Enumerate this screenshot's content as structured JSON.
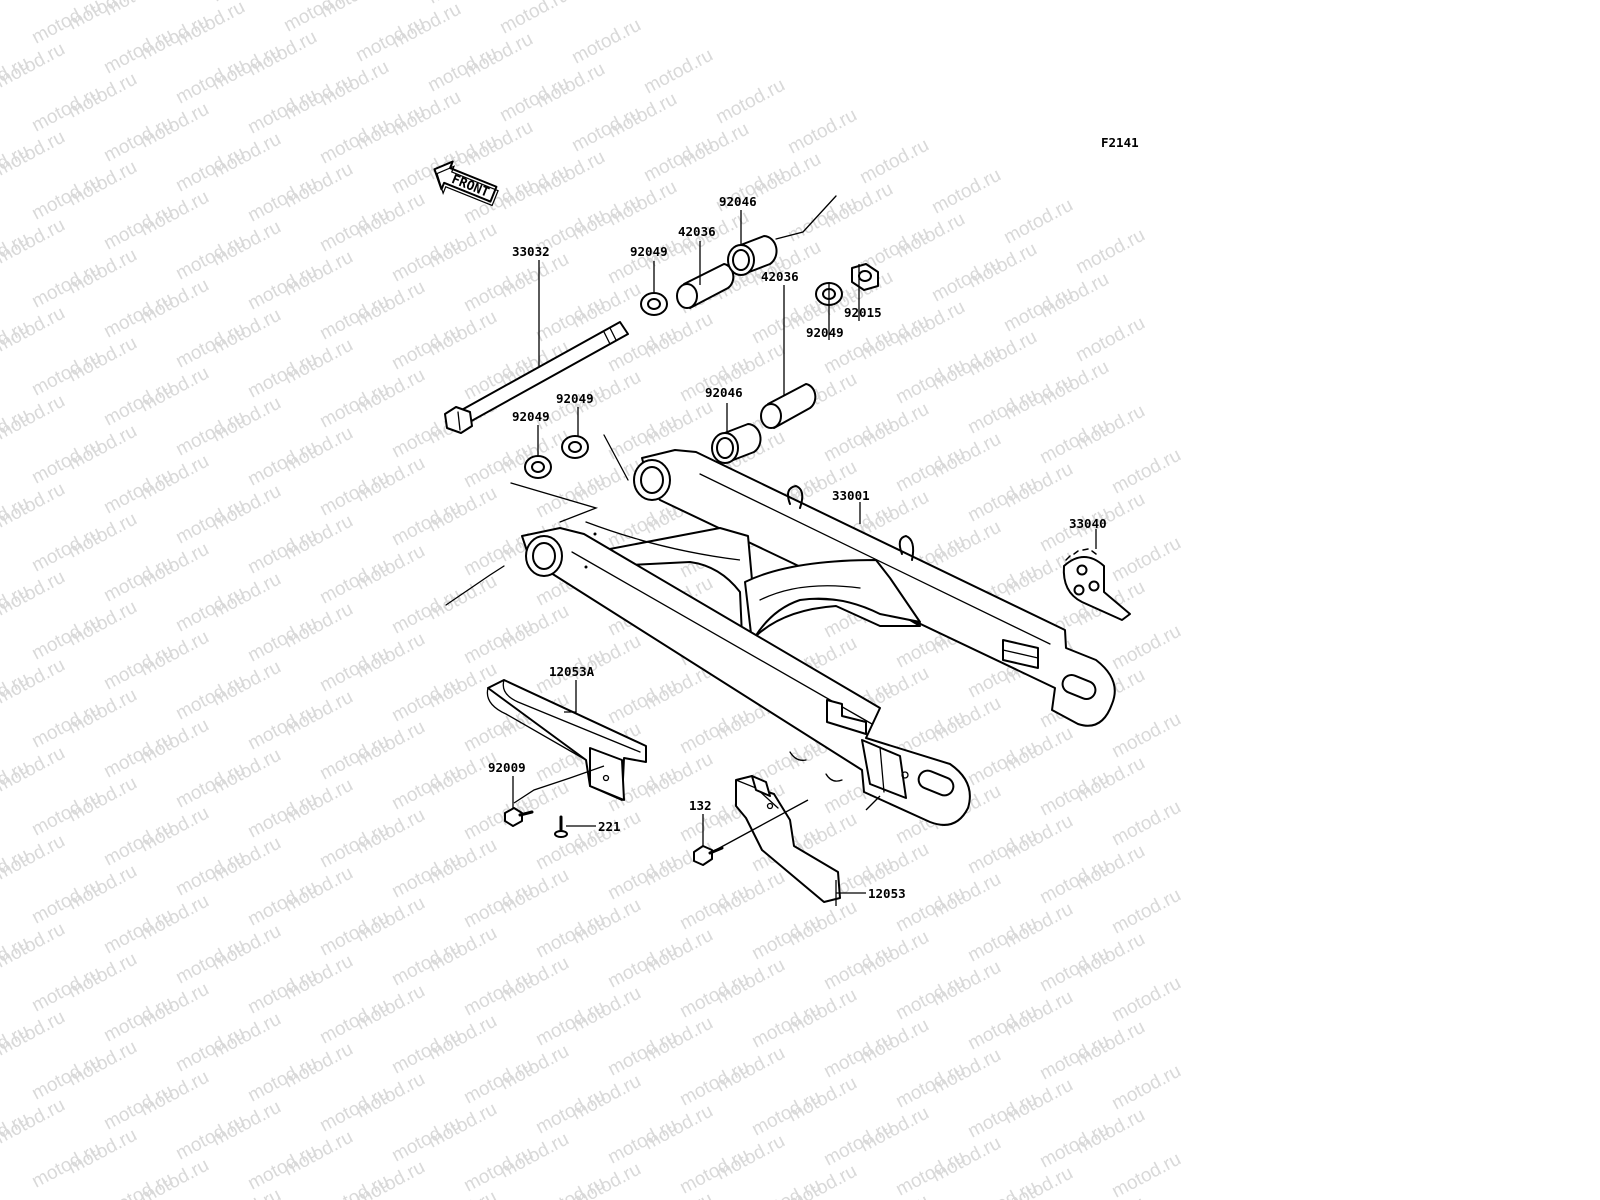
{
  "diagram": {
    "code": "F2141",
    "front_label": "FRONT",
    "watermark": "motod.ru",
    "parts": [
      {
        "id": "axle",
        "number": "33032"
      },
      {
        "id": "washer-top-left",
        "number": "92049"
      },
      {
        "id": "collar-top",
        "number": "42036"
      },
      {
        "id": "bearing-top",
        "number": "92046"
      },
      {
        "id": "nut",
        "number": "92015"
      },
      {
        "id": "washer-right",
        "number": "92049"
      },
      {
        "id": "collar-mid",
        "number": "42036"
      },
      {
        "id": "bearing-mid",
        "number": "92046"
      },
      {
        "id": "washer-left-a",
        "number": "92049"
      },
      {
        "id": "washer-left-b",
        "number": "92049"
      },
      {
        "id": "swingarm",
        "number": "33001"
      },
      {
        "id": "chain-adjuster",
        "number": "33040"
      },
      {
        "id": "chain-slipper",
        "number": "12053A"
      },
      {
        "id": "slipper-bolt",
        "number": "92009"
      },
      {
        "id": "slipper-screw",
        "number": "221"
      },
      {
        "id": "guide-bolt",
        "number": "132"
      },
      {
        "id": "chain-guide",
        "number": "12053"
      }
    ]
  }
}
